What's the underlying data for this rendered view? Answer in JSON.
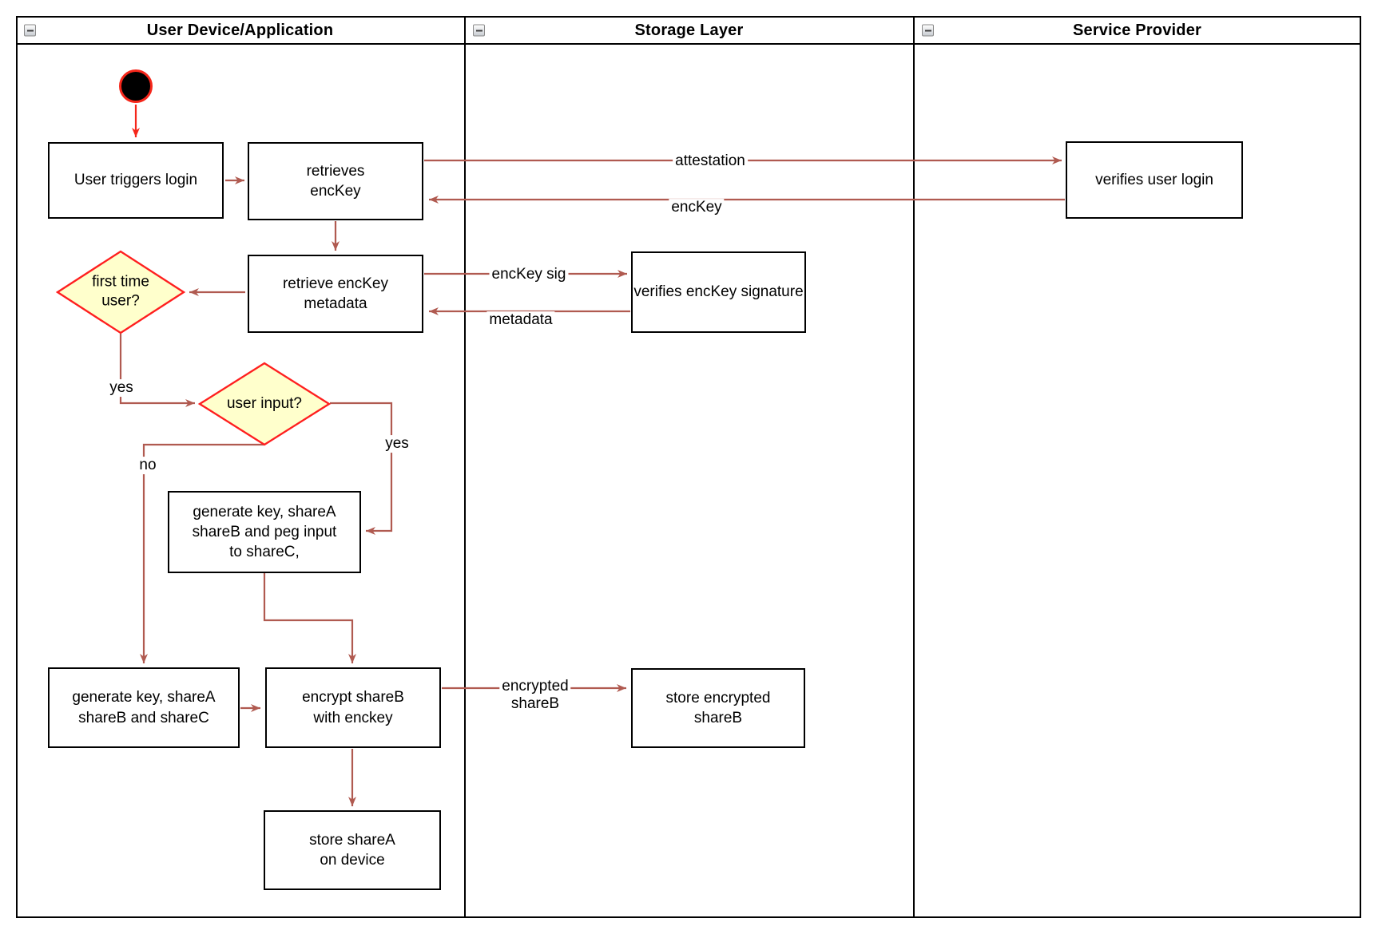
{
  "diagram": {
    "lanes": [
      {
        "id": "user-device",
        "title": "User Device/Application"
      },
      {
        "id": "storage-layer",
        "title": "Storage Layer"
      },
      {
        "id": "service-provider",
        "title": "Service Provider"
      }
    ],
    "nodes": {
      "start": {
        "type": "initial-node"
      },
      "user_triggers_login": {
        "label": "User triggers login"
      },
      "retrieves_enckey": {
        "label": "retrieves\nencKey"
      },
      "verifies_user_login": {
        "label": "verifies user login"
      },
      "retrieve_enckey_metadata": {
        "label": "retrieve encKey\nmetadata"
      },
      "verifies_enckey_signature": {
        "label": "verifies encKey signature"
      },
      "first_time_user": {
        "label": "first time\nuser?",
        "type": "decision"
      },
      "user_input": {
        "label": "user input?",
        "type": "decision"
      },
      "generate_key_peg": {
        "label": "generate key, shareA\nshareB and peg input\nto shareC,"
      },
      "generate_key_sharec": {
        "label": "generate key, shareA\nshareB and shareC"
      },
      "encrypt_shareb": {
        "label": "encrypt shareB\nwith enckey"
      },
      "store_encrypted_shareb": {
        "label": "store encrypted\nshareB"
      },
      "store_sharea": {
        "label": "store shareA\non device"
      }
    },
    "edge_labels": {
      "attestation": {
        "label": "attestation"
      },
      "enckey": {
        "label": "encKey"
      },
      "enckey_sig": {
        "label": "encKey sig"
      },
      "metadata": {
        "label": "metadata"
      },
      "yes_first_time": {
        "label": "yes"
      },
      "no_user_input": {
        "label": "no"
      },
      "yes_user_input": {
        "label": "yes"
      },
      "encrypted_shareb": {
        "label": "encrypted\nshareB"
      }
    },
    "colors": {
      "connector": "#b05a50",
      "start_accent": "#f5261a",
      "decision_fill": "#ffffcc",
      "decision_border": "#ff1f1f",
      "shape_border": "#000000",
      "shape_fill": "#ffffff"
    }
  }
}
